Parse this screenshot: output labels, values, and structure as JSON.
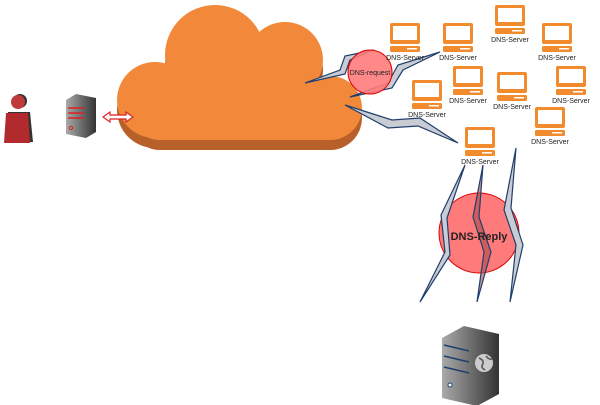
{
  "labels": {
    "dns_request": "DNS-request",
    "dns_reply": "DNS-Reply"
  },
  "servers": [
    {
      "label": "DNS-Server"
    },
    {
      "label": "DNS-Server"
    },
    {
      "label": "DNS-Server"
    },
    {
      "label": "DNS-Server"
    },
    {
      "label": "DNS-Server"
    },
    {
      "label": "DNS-Server"
    },
    {
      "label": "DNS-Server"
    },
    {
      "label": "DNS-Server"
    },
    {
      "label": "DNS-Server"
    },
    {
      "label": "DNS-Server"
    }
  ],
  "colors": {
    "cloud": "#F2883A",
    "cloud_shadow": "#B8602A",
    "server_orange": "#F28A2E",
    "bubble": "#FF7B7B",
    "bubble_stroke": "#E00000",
    "bolt_stroke": "#1F3F6E",
    "bolt_fill": "#C9CCD2"
  }
}
